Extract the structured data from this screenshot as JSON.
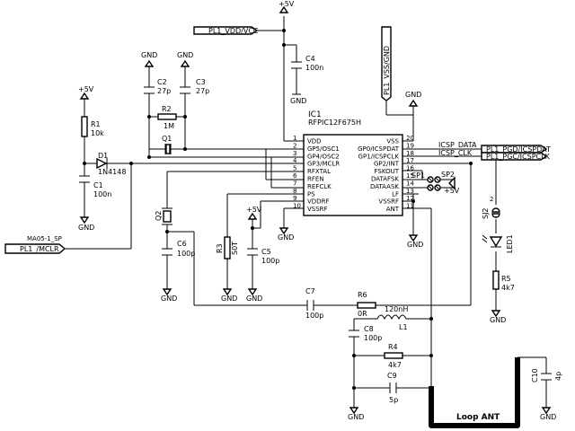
{
  "ic": {
    "ref": "IC1",
    "part": "RFPIC12F675H",
    "pins_left": [
      {
        "num": "1",
        "name": "VDD"
      },
      {
        "num": "2",
        "name": "GP5/OSC1"
      },
      {
        "num": "3",
        "name": "GP4/OSC2"
      },
      {
        "num": "4",
        "name": "GP3/MCLR"
      },
      {
        "num": "5",
        "name": "RFXTAL"
      },
      {
        "num": "6",
        "name": "RFEN"
      },
      {
        "num": "7",
        "name": "REFCLK"
      },
      {
        "num": "8",
        "name": "PS"
      },
      {
        "num": "9",
        "name": "VDDRF"
      },
      {
        "num": "10",
        "name": "VSSRF"
      }
    ],
    "pins_right": [
      {
        "num": "20",
        "name": "VSS"
      },
      {
        "num": "19",
        "name": "GP0/ICSPDAT"
      },
      {
        "num": "18",
        "name": "GP1/ICSPCLK"
      },
      {
        "num": "17",
        "name": "GP2/INT"
      },
      {
        "num": "16",
        "name": "FSKOUT"
      },
      {
        "num": "15",
        "name": "DATAFSK"
      },
      {
        "num": "14",
        "name": "DATAASK"
      },
      {
        "num": "13",
        "name": "LF"
      },
      {
        "num": "12",
        "name": "VSSRF"
      },
      {
        "num": "11",
        "name": "ANT"
      }
    ]
  },
  "connectors": {
    "vdd": "PL1_VDD/VCC",
    "vss": "PL1_VSS/GND",
    "pgd": "PL1_PGD/ICSPDAT",
    "pgc": "PL1_PGC/ICSPCLK",
    "mclr": "PL1_/MCLR",
    "mclr_part": "MA05-1_SP"
  },
  "nets": {
    "icsp_data": "ICSP_DATA",
    "icsp_clk": "ICSP_CLK",
    "sp1": "SP1",
    "sp2": "SP2",
    "loop_ant": "Loop ANT"
  },
  "power": {
    "plus5v": "+5V",
    "gnd": "GND"
  },
  "components": {
    "c4": {
      "ref": "C4",
      "value": "100n"
    },
    "c2": {
      "ref": "C2",
      "value": "27p"
    },
    "c3": {
      "ref": "C3",
      "value": "27p"
    },
    "r2": {
      "ref": "R2",
      "value": "1M"
    },
    "q1": {
      "ref": "Q1"
    },
    "r1": {
      "ref": "R1",
      "value": "10k"
    },
    "d1": {
      "ref": "D1",
      "value": "1N4148"
    },
    "c1": {
      "ref": "C1",
      "value": "100n"
    },
    "q2": {
      "ref": "Q2"
    },
    "c6": {
      "ref": "C6",
      "value": "100p"
    },
    "r3": {
      "ref": "R3",
      "value": "S0T"
    },
    "c5": {
      "ref": "C5",
      "value": "100p"
    },
    "c7": {
      "ref": "C7",
      "value": "100p"
    },
    "r6": {
      "ref": "R6",
      "value": "0R"
    },
    "l1": {
      "ref": "L1",
      "value": "120nH"
    },
    "c8": {
      "ref": "C8",
      "value": "100p"
    },
    "r4": {
      "ref": "R4",
      "value": "4k7"
    },
    "c9": {
      "ref": "C9",
      "value": "5p"
    },
    "c10": {
      "ref": "C10",
      "value": "4p"
    },
    "sj2": {
      "ref": "SJ2",
      "pin": "2"
    },
    "led1": {
      "ref": "LED1"
    },
    "r5": {
      "ref": "R5",
      "value": "4k7"
    }
  }
}
